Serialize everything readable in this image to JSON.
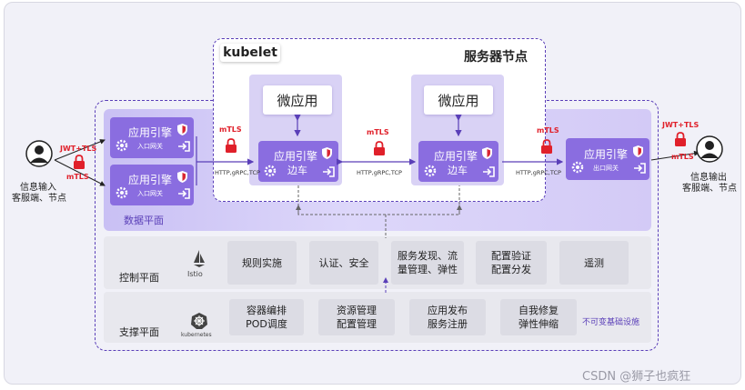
{
  "kubelet_label": "kubelet",
  "server_node_label": "服务器节点",
  "microapp_1": "微应用",
  "microapp_2": "微应用",
  "sidecar": {
    "engine_label": "应用引擎",
    "sidecar_label": "边车"
  },
  "ingress": {
    "engine_label": "应用引擎",
    "sub_label": "入口网关"
  },
  "egress": {
    "engine_label": "应用引擎",
    "sub_label": "出口网关"
  },
  "protocol_label": "HTTP,gRPC,TCP",
  "mtls_label": "mTLS",
  "jwt_tls_label": "JWT+TLS",
  "data_plane_label": "数据平面",
  "input_label_line1": "信息输入",
  "input_label_line2": "客服端、节点",
  "output_label_line1": "信息输出",
  "output_label_line2": "客服端、节点",
  "control_plane": {
    "label": "控制平面",
    "logo_text": "Istio",
    "items": [
      {
        "line1": "规则实施",
        "line2": ""
      },
      {
        "line1": "认证、安全",
        "line2": ""
      },
      {
        "line1": "服务发现、流",
        "line2": "量管理、弹性"
      },
      {
        "line1": "配置验证",
        "line2": "配置分发"
      },
      {
        "line1": "遥测",
        "line2": ""
      }
    ]
  },
  "support_plane": {
    "label": "支撑平面",
    "logo_text": "kubernetes",
    "items": [
      {
        "line1": "容器编排",
        "line2": "POD调度"
      },
      {
        "line1": "资源管理",
        "line2": "配置管理"
      },
      {
        "line1": "应用发布",
        "line2": "服务注册"
      },
      {
        "line1": "自我修复",
        "line2": "弹性伸缩"
      }
    ],
    "note": "不可变基础设施"
  },
  "watermark": "CSDN @狮子也疯狂",
  "colors": {
    "purple_dark": "#5a3fb8",
    "engine": "#8a6de0",
    "red": "#e0202a"
  }
}
